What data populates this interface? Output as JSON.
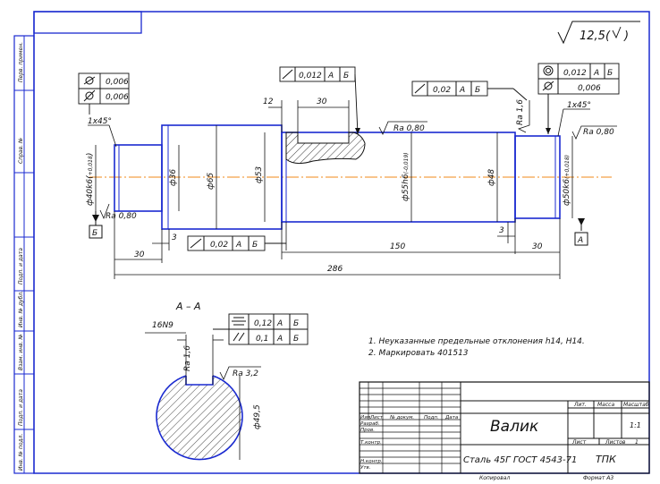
{
  "title_block": {
    "part_name": "Валик",
    "material": "Сталь 45Г ГОСТ 4543-71",
    "organization": "ТПК",
    "col_lit": "Лит.",
    "col_mass": "Масса",
    "col_scale": "Масштаб",
    "scale_value": "1:1",
    "sheet_label": "Лист",
    "sheets_label": "Листов",
    "sheets_value": "1",
    "copied": "Копировал",
    "format": "Формат   А3",
    "hdr_izm": "Изм.",
    "hdr_list": "Лист",
    "hdr_doc": "№ докум.",
    "hdr_sign": "Подп.",
    "hdr_date": "Дата",
    "row_razrab": "Разраб.",
    "row_prov": "Пров.",
    "row_tkontr": "Т.контр.",
    "row_nkontr": "Н.контр.",
    "row_utv": "Утв."
  },
  "side_strip": [
    "Перв. примен.",
    "Справ. №",
    "Подп. и дата",
    "Инв. № дубл.",
    "Взам. инв. №",
    "Подп. и дата",
    "Инв. № подл."
  ],
  "roughness_general": "12,5",
  "notes": [
    "1. Неуказанные предельные отклонения h14, H14.",
    "2. Маркировать 401513"
  ],
  "tolerances": {
    "left_runout": "0,006",
    "left_cyl": "0,006",
    "key_runout": "0,012",
    "mid_runout": "0,02",
    "right_coax": "0,012",
    "right_cyl": "0,006",
    "bottom_runout": "0,02",
    "sym": "0,12",
    "par": "0,1",
    "datum_a": "А",
    "datum_b": "Б"
  },
  "dimensions": {
    "chamfer_left": "1х45°",
    "chamfer_right": "1х45°",
    "d_left": "ф40k6(+0,018 / +0,002)",
    "d36": "ф36",
    "d65": "ф65",
    "d53": "ф53",
    "d55": "ф55h6",
    "d48": "ф48",
    "d50": "ф50k6",
    "ra_left": "Ra 0,80",
    "ra_mid": "Ra 0,80",
    "ra_right": "Ra 0,80",
    "ra_16a": "Ra 1,6",
    "ra_16b": "Ra 1,6",
    "ra_32": "Ra 3,2",
    "dim_12": "12",
    "dim_30_key": "30",
    "dim_3a": "3",
    "dim_3b": "3",
    "dim_30_left": "30",
    "dim_30_right": "30",
    "dim_150": "150",
    "dim_286": "286",
    "section_label": "А – А",
    "key_width": "16N9",
    "sect_dia": "ф49,5"
  }
}
